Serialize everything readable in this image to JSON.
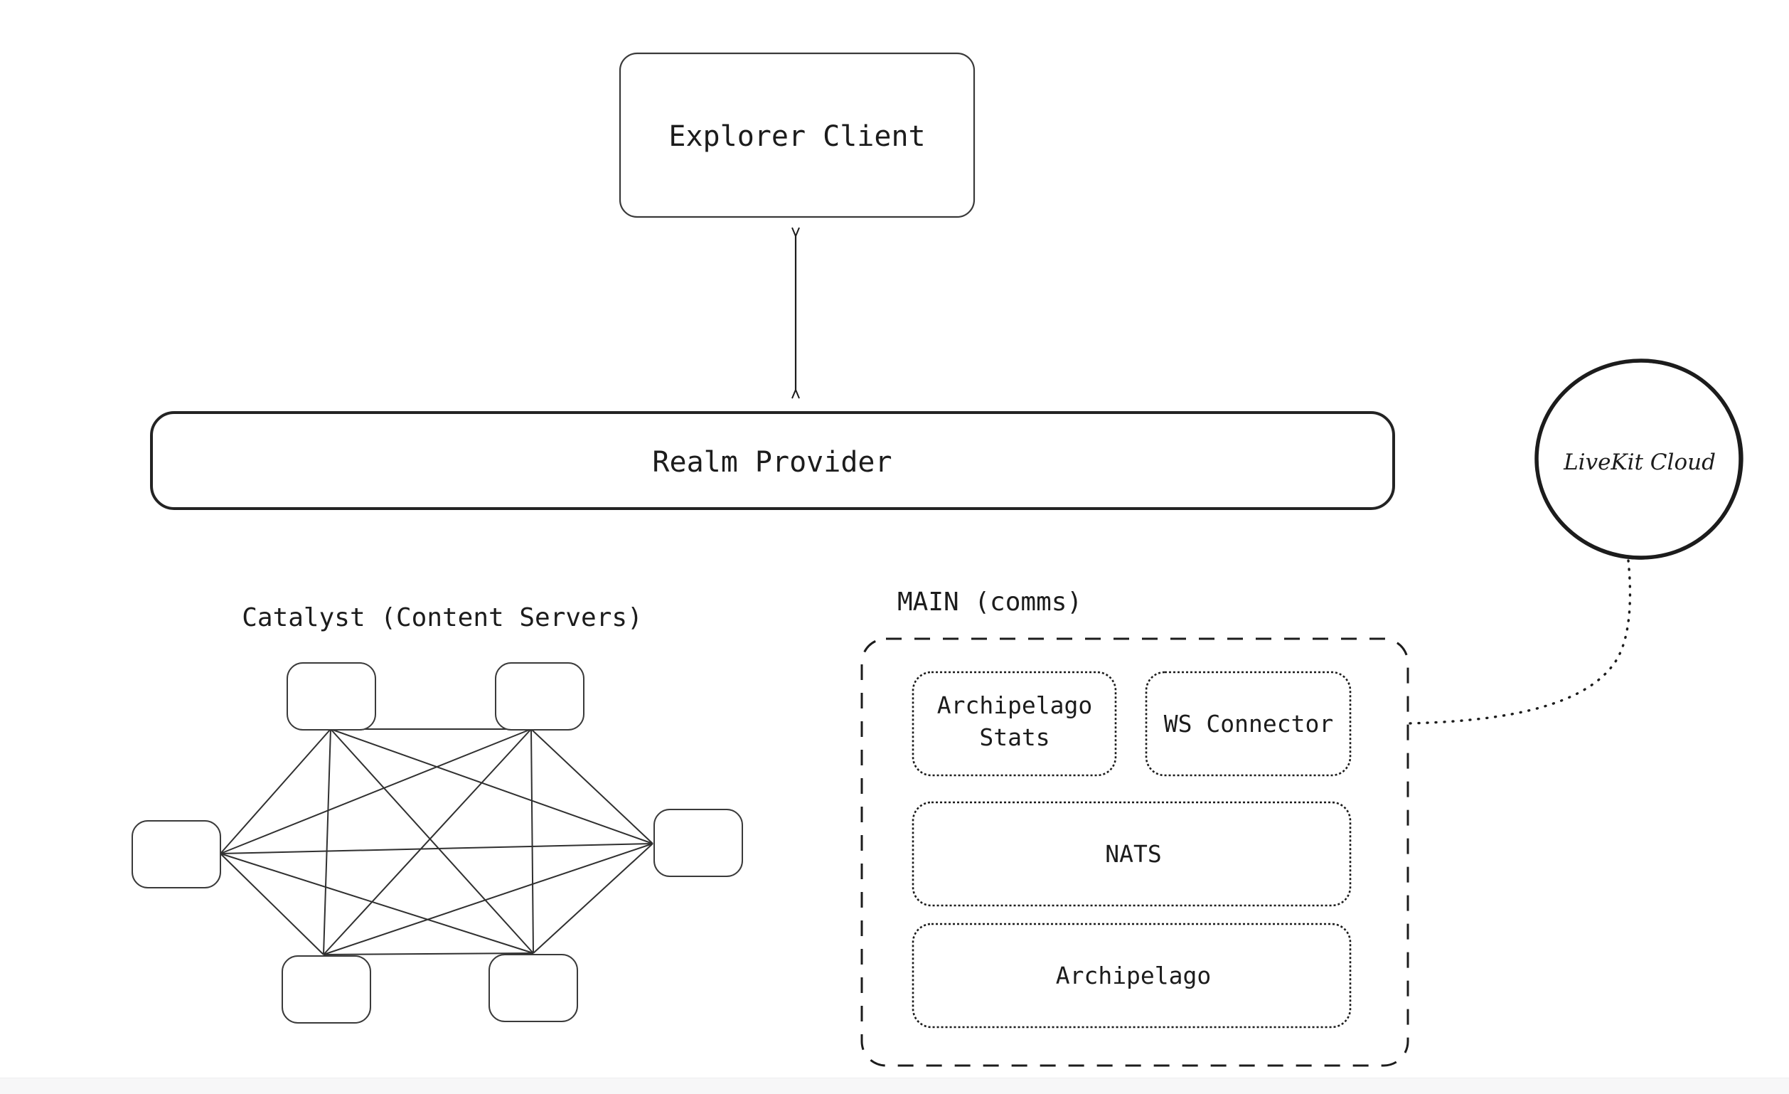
{
  "diagram": {
    "title_visible": false,
    "background_color": "#ffffff",
    "stroke_color": "#1c1c1c",
    "nodes": {
      "explorer_client": {
        "label": "Explorer Client"
      },
      "realm_provider": {
        "label": "Realm Provider"
      },
      "livekit_cloud": {
        "label": "LiveKit Cloud"
      },
      "catalyst_group": {
        "label": "Catalyst (Content Servers)"
      },
      "main_group": {
        "label": "MAIN  (comms)"
      },
      "archipelago_stats": {
        "label_line1": "Archipelago",
        "label_line2": "Stats"
      },
      "ws_connector": {
        "label": "WS Connector"
      },
      "nats": {
        "label": "NATS"
      },
      "archipelago": {
        "label": "Archipelago"
      }
    },
    "catalyst_nodes": [
      {
        "id": "catalyst-node-top-left",
        "label": ""
      },
      {
        "id": "catalyst-node-top-right",
        "label": ""
      },
      {
        "id": "catalyst-node-left",
        "label": ""
      },
      {
        "id": "catalyst-node-right",
        "label": ""
      },
      {
        "id": "catalyst-node-bottom-left",
        "label": ""
      },
      {
        "id": "catalyst-node-bottom-right",
        "label": ""
      }
    ],
    "connectors": {
      "explorer_realm": {
        "type": "bidirectional-arrow"
      },
      "ws_livekit": {
        "type": "dotted-curve"
      }
    }
  }
}
